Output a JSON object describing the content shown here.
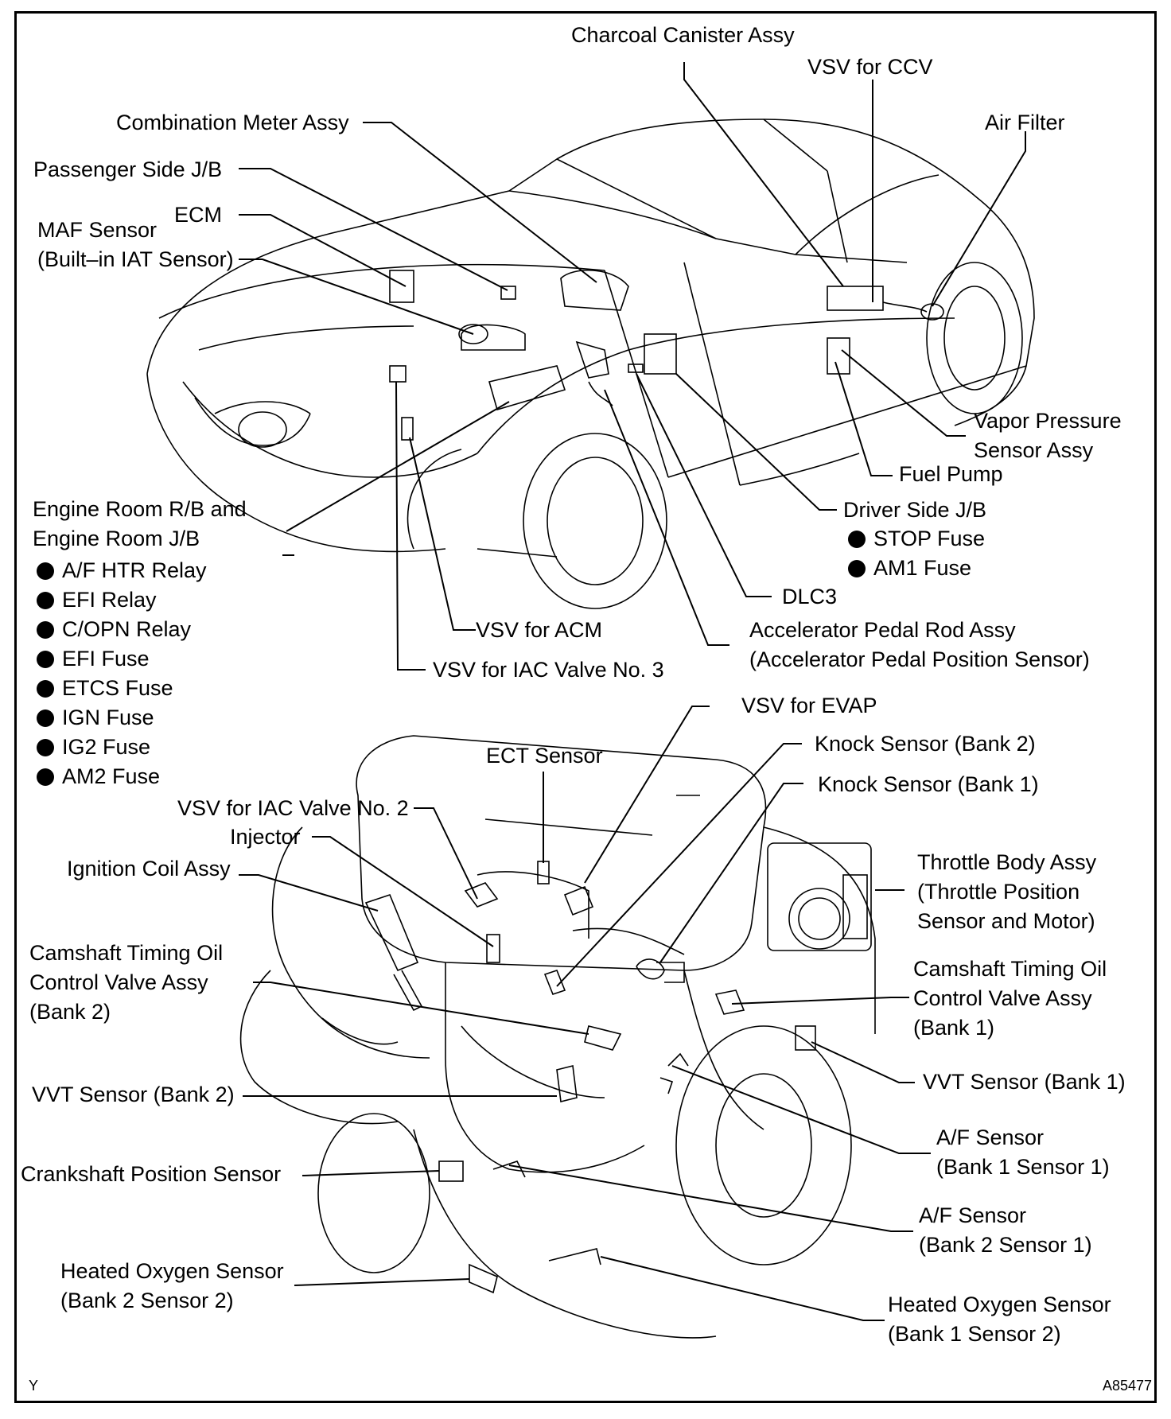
{
  "labels": {
    "charcoal_canister": "Charcoal Canister Assy",
    "vsv_ccv": "VSV for CCV",
    "air_filter": "Air Filter",
    "combination_meter": "Combination Meter Assy",
    "passenger_jb": "Passenger Side J/B",
    "ecm": "ECM",
    "maf_line1": "MAF Sensor",
    "maf_line2": "(Built–in IAT Sensor)",
    "vapor_line1": "Vapor Pressure",
    "vapor_line2": "Sensor Assy",
    "fuel_pump": "Fuel Pump",
    "engine_room_line1": "Engine Room R/B and",
    "engine_room_line2": "Engine Room J/B",
    "driver_jb": "Driver Side J/B",
    "dlc3": "DLC3",
    "vsv_acm": "VSV for ACM",
    "accel_line1": "Accelerator Pedal Rod Assy",
    "accel_line2": "(Accelerator Pedal Position Sensor)",
    "vsv_iac3": "VSV for IAC Valve No. 3",
    "vsv_evap": "VSV for EVAP",
    "knock_bank2": "Knock Sensor (Bank 2)",
    "ect_sensor": "ECT Sensor",
    "knock_bank1": "Knock Sensor (Bank 1)",
    "vsv_iac2": "VSV for IAC Valve No. 2",
    "injector": "Injector",
    "ignition_coil": "Ignition Coil Assy",
    "throttle_line1": "Throttle Body Assy",
    "throttle_line2": "(Throttle Position",
    "throttle_line3": "Sensor and Motor)",
    "cam_b2_line1": "Camshaft Timing Oil",
    "cam_b2_line2": "Control Valve Assy",
    "cam_b2_line3": "(Bank 2)",
    "cam_b1_line1": "Camshaft Timing Oil",
    "cam_b1_line2": "Control Valve Assy",
    "cam_b1_line3": "(Bank 1)",
    "vvt_bank2": "VVT Sensor (Bank 2)",
    "vvt_bank1": "VVT Sensor (Bank 1)",
    "af_b1s1_line1": "A/F Sensor",
    "af_b1s1_line2": "(Bank 1 Sensor 1)",
    "crankshaft": "Crankshaft Position Sensor",
    "af_b2s1_line1": "A/F Sensor",
    "af_b2s1_line2": "(Bank 2 Sensor 1)",
    "ho2_b2s2_line1": "Heated Oxygen Sensor",
    "ho2_b2s2_line2": "(Bank 2 Sensor 2)",
    "ho2_b1s2_line1": "Heated Oxygen Sensor",
    "ho2_b1s2_line2": "(Bank 1 Sensor 2)"
  },
  "engine_room_items": [
    "A/F HTR Relay",
    "EFI Relay",
    "C/OPN Relay",
    "EFI Fuse",
    "ETCS Fuse",
    "IGN Fuse",
    "IG2 Fuse",
    "AM2 Fuse"
  ],
  "driver_jb_items": [
    "STOP Fuse",
    "AM1 Fuse"
  ],
  "corner_left": "Y",
  "corner_right": "A85477"
}
